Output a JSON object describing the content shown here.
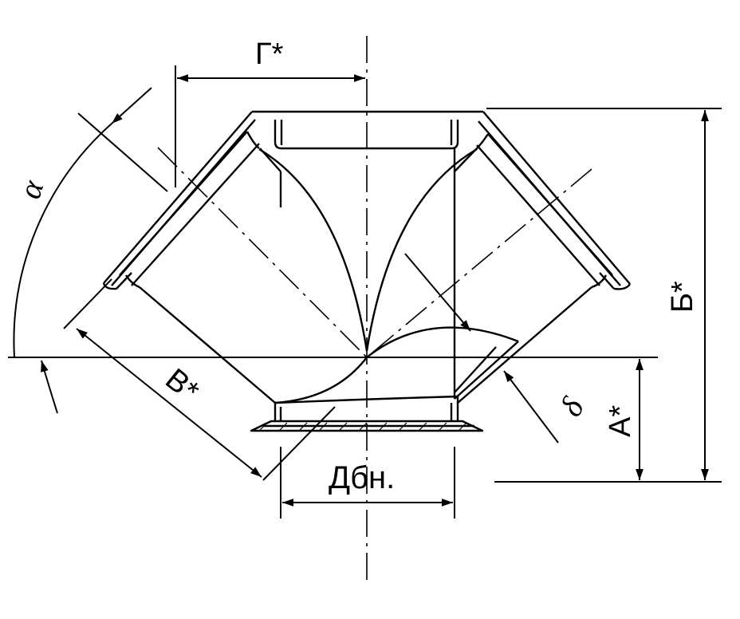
{
  "labels": {
    "gamma": "Г*",
    "alpha": "α",
    "b_size": "Б*",
    "v_size": "В*",
    "a_size": "А*",
    "delta": "δ",
    "diameter": "Дбн."
  },
  "colors": {
    "line": "#000000",
    "background": "#ffffff"
  }
}
